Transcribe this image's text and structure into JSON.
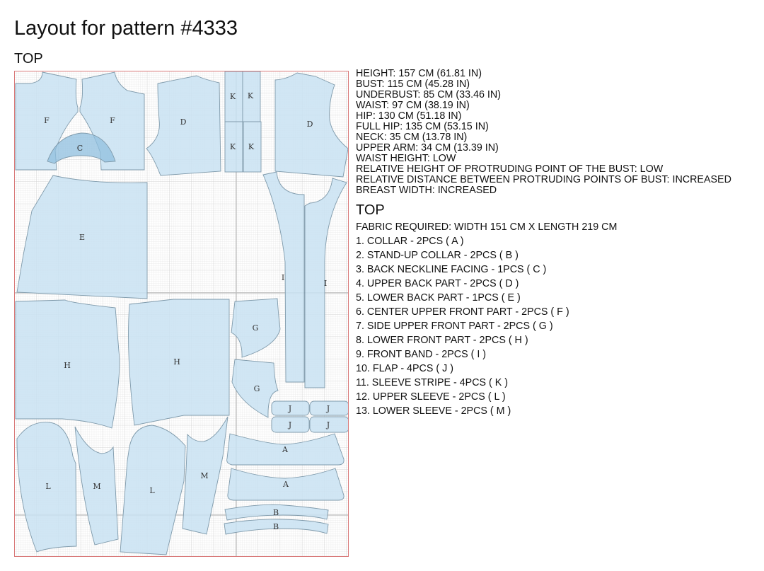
{
  "page": {
    "title": "Layout for pattern #4333",
    "section_title": "TOP"
  },
  "measurements": [
    "HEIGHT: 157 CM (61.81 IN)",
    "BUST: 115 CM (45.28 IN)",
    "UNDERBUST: 85 CM (33.46 IN)",
    "WAIST: 97 CM (38.19 IN)",
    "HIP: 130 CM (51.18 IN)",
    "FULL HIP: 135 CM (53.15 IN)",
    "NECK: 35 CM (13.78 IN)",
    "UPPER ARM: 34 CM (13.39 IN)",
    "WAIST HEIGHT: LOW",
    "RELATIVE HEIGHT OF PROTRUDING POINT OF THE BUST: LOW",
    "RELATIVE DISTANCE BETWEEN PROTRUDING POINTS OF BUST: INCREASED",
    "BREAST WIDTH: INCREASED"
  ],
  "garment": {
    "title": "TOP",
    "fabric_required": "FABRIC REQUIRED: WIDTH 151 CM X LENGTH 219 CM",
    "fabric_width_cm": 151,
    "fabric_length_cm": 219,
    "pieces": [
      "1. COLLAR - 2PCS ( A )",
      "2. STAND-UP COLLAR - 2PCS ( B )",
      "3. BACK NECKLINE FACING - 1PCS ( C )",
      "4. UPPER BACK PART - 2PCS ( D )",
      "5. LOWER BACK PART - 1PCS ( E )",
      "6. CENTER UPPER FRONT PART - 2PCS ( F )",
      "7. SIDE UPPER FRONT PART - 2PCS ( G )",
      "8. LOWER FRONT PART - 2PCS ( H )",
      "9. FRONT BAND - 2PCS ( I )",
      "10. FLAP - 4PCS ( J )",
      "11. SLEEVE STRIPE - 4PCS ( K )",
      "12. UPPER SLEEVE - 2PCS ( L )",
      "13. LOWER SLEEVE - 2PCS ( M )"
    ]
  },
  "layout": {
    "colors": {
      "piece_fill": "#c9e2f2",
      "piece_stroke": "#7f9aab",
      "facing_fill": "#8fbfdf",
      "board_border": "#d97a7a",
      "grid_minor": "#e2e2e2",
      "grid_major": "#c4c4c4"
    },
    "labels": {
      "F1": "F",
      "F2": "F",
      "C": "C",
      "D1": "D",
      "D2": "D",
      "K1": "K",
      "K2": "K",
      "K3": "K",
      "K4": "K",
      "E": "E",
      "I1": "I",
      "I2": "I",
      "H1": "H",
      "H2": "H",
      "G1": "G",
      "G2": "G",
      "J1": "J",
      "J2": "J",
      "J3": "J",
      "J4": "J",
      "L1": "L",
      "M1": "M",
      "L2": "L",
      "M2": "M",
      "A1": "A",
      "A2": "A",
      "B1": "B",
      "B2": "B"
    }
  }
}
